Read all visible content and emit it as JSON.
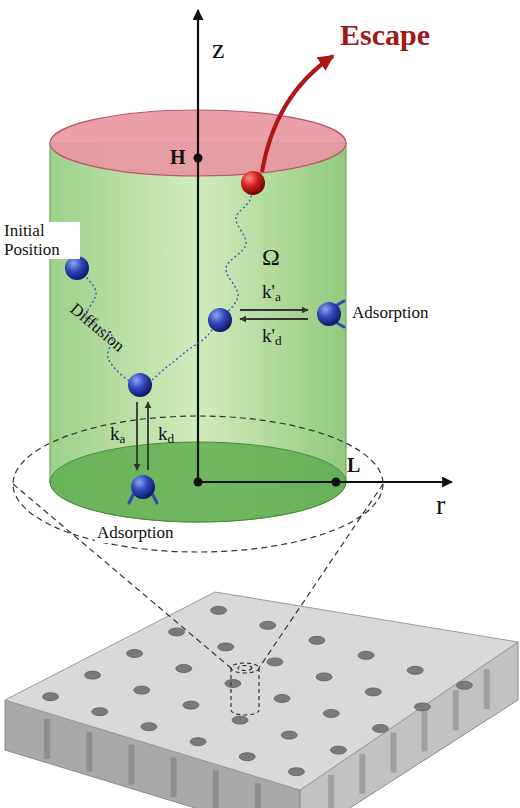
{
  "diagram": {
    "labels": [
      "z",
      "H",
      "Escape",
      "Ω",
      "Initial Position",
      "Diffusion",
      "k'a",
      "k'd",
      "Adsorption",
      "ka",
      "kd",
      "Adsorption",
      "L",
      "r"
    ]
  }
}
